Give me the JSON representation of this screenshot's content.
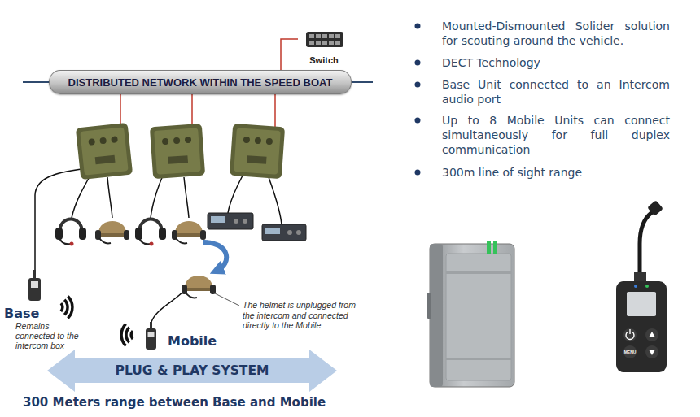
{
  "diagram": {
    "nodes": [
      {
        "text": [
          "Switch"
        ]
      },
      {
        "text": [
          "DISTRIBUTED NETWORK WITHIN THE SPEED BOAT"
        ]
      },
      {
        "text": [
          "Base",
          "Remains connected to the intercom box"
        ]
      },
      {
        "text": [
          "Mobile"
        ]
      },
      {
        "text": [
          "PLUG & PLAY SYSTEM"
        ]
      }
    ],
    "edges": [
      {
        "from": 0,
        "to": 1,
        "arrow": "none"
      }
    ],
    "labels": [
      "The helmet is unplugged from the intercom and connected directly to the Mobile",
      "300 Meters range between Base and Mobile",
      "Mounted-Dismounted Solider solution for scouting around the vehicle.",
      "DECT Technology",
      "Base Unit connected to an Intercom audio port",
      "Up to 8 Mobile Units can connect simultaneously for full duplex communication",
      "300m line of sight range",
      "MENU"
    ]
  }
}
